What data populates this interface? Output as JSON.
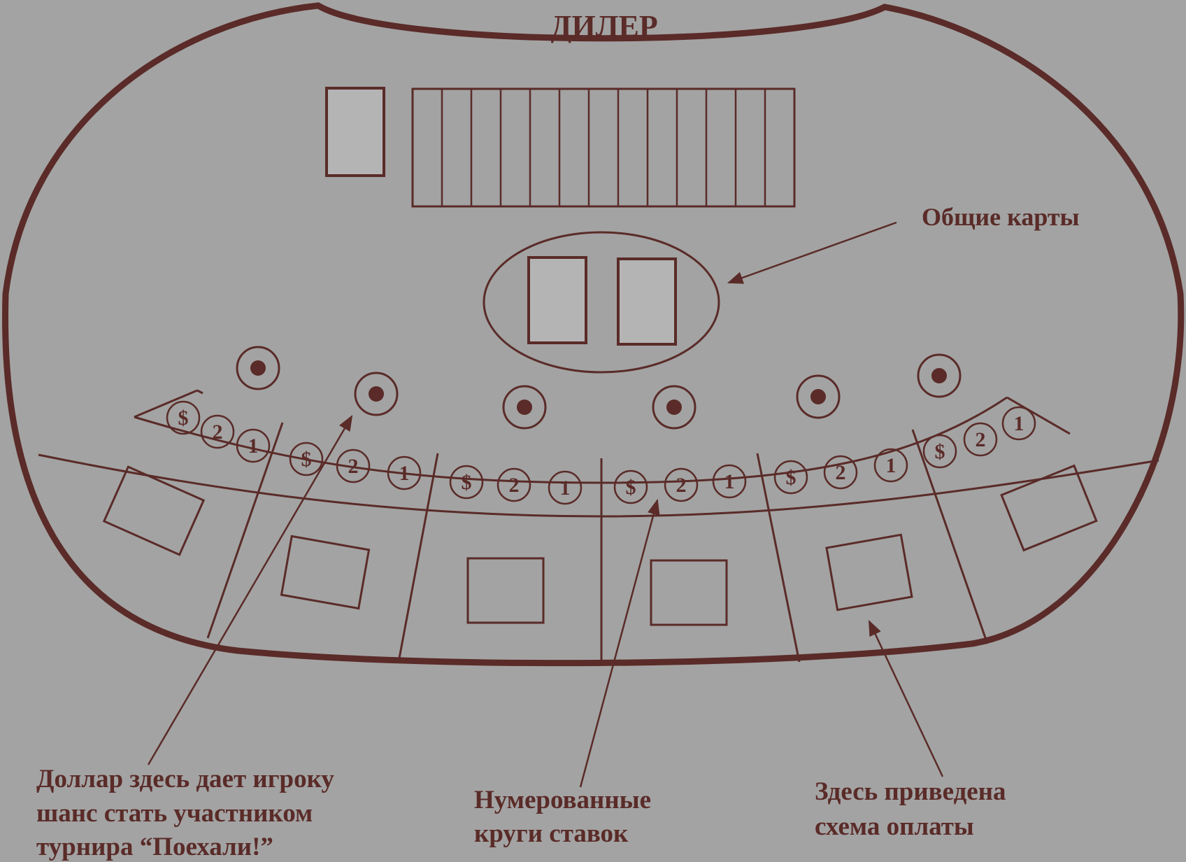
{
  "title": "ДИЛЕР",
  "annotations": {
    "community_cards": "Общие карты",
    "dollar_line1": "Доллар здесь дает игроку",
    "dollar_line2": "шанс стать участником",
    "dollar_line3": "турнира “Поехали!”",
    "circles_line1": "Нумерованные",
    "circles_line2": "круги ставок",
    "payout_line1": "Здесь приведена",
    "payout_line2": "схема оплаты"
  },
  "bet_circle_labels": [
    "$",
    "2",
    "1"
  ],
  "player_spots": 6,
  "chip_rack_slots": 13,
  "colors": {
    "background": "#a3a3a3",
    "ink": "#5a2b28",
    "card_fill": "#b4b4b4"
  }
}
